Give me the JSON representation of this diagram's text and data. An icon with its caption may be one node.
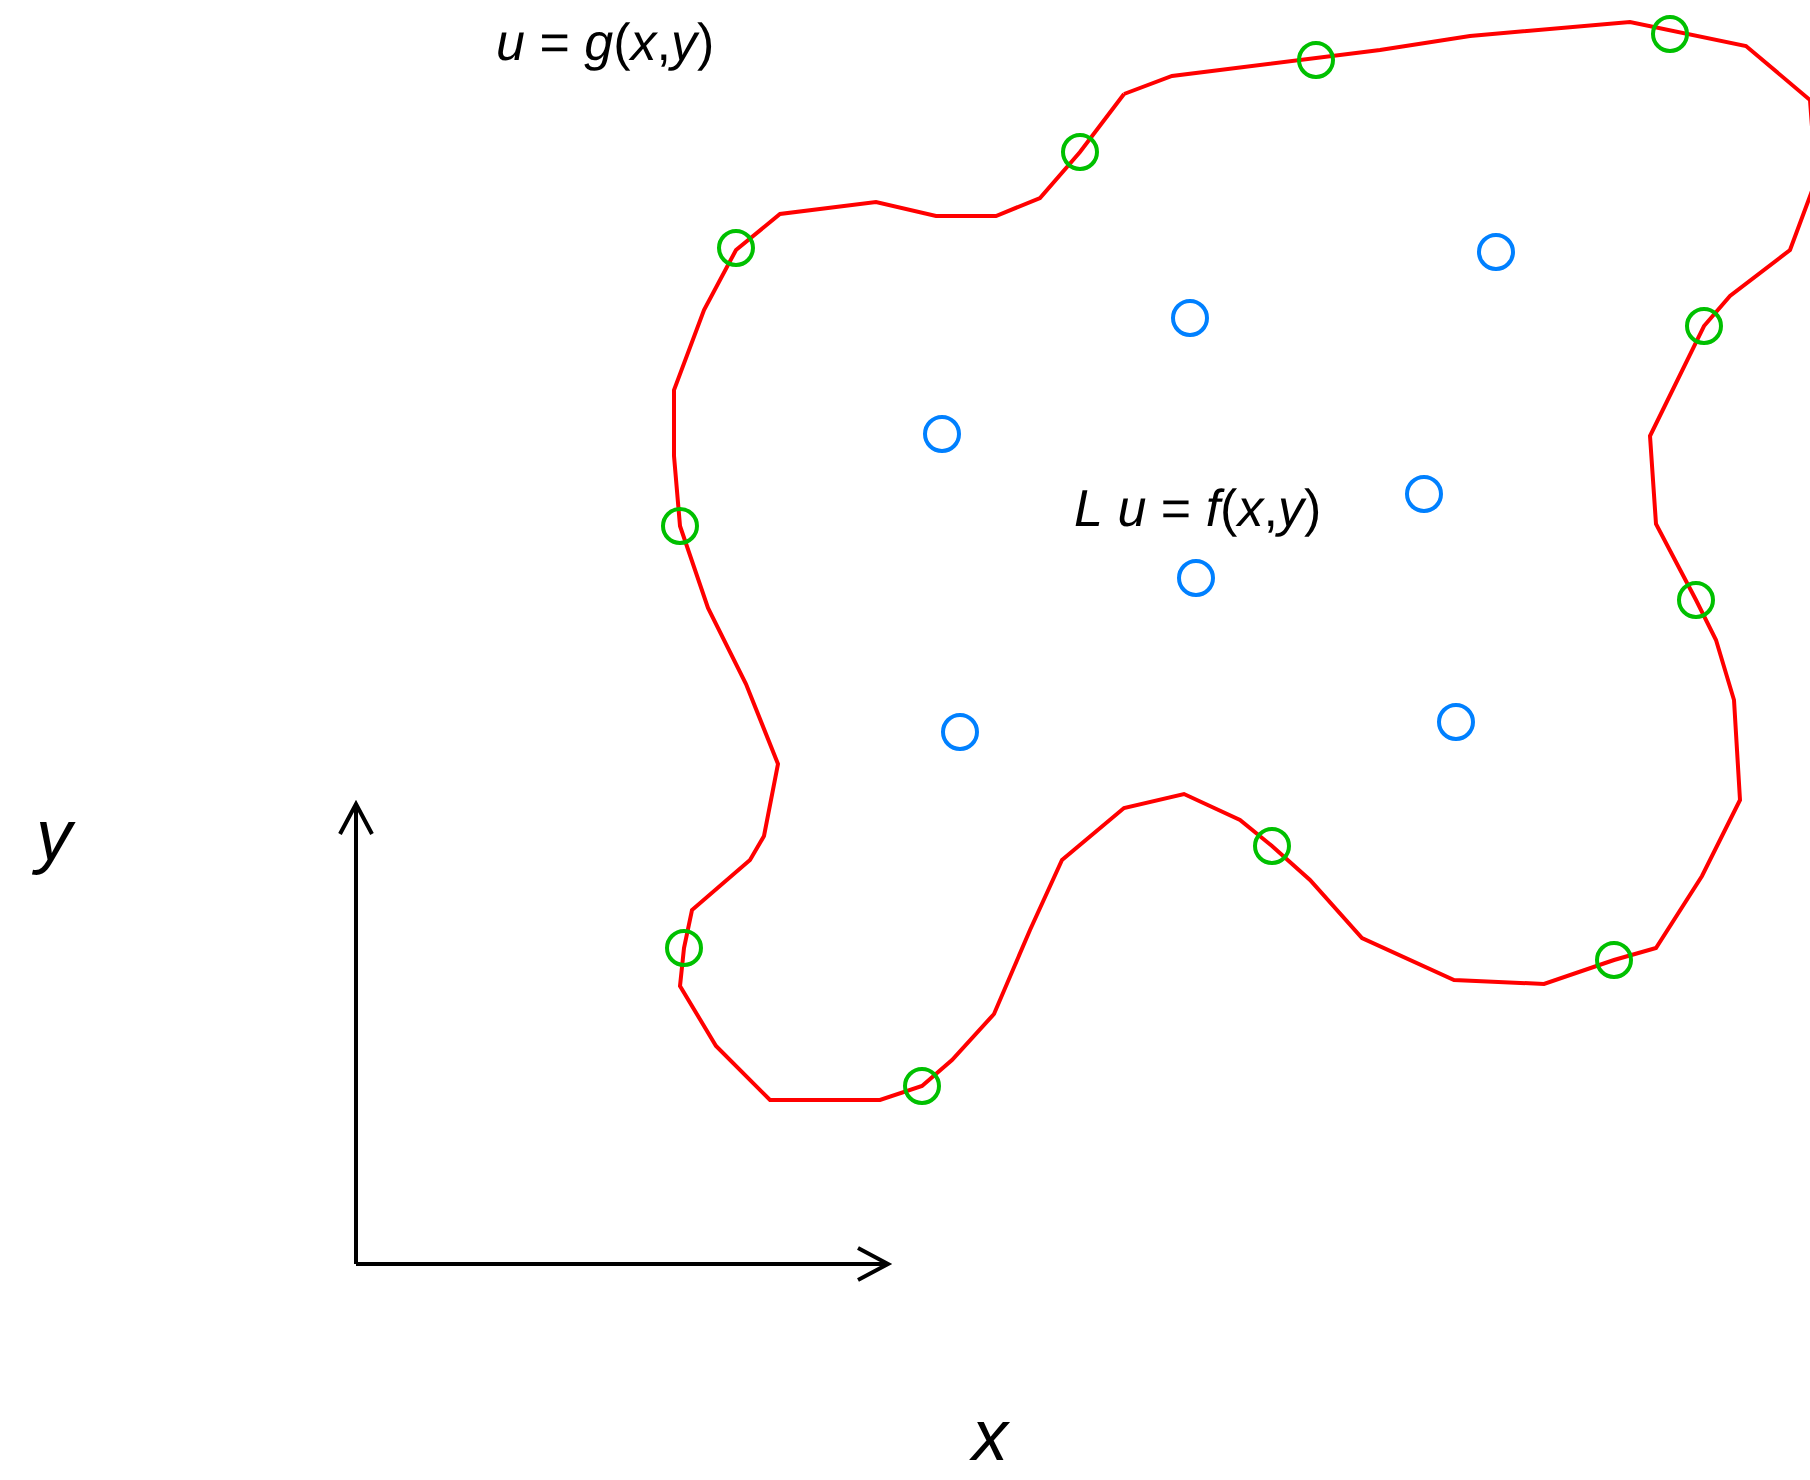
{
  "diagram": {
    "labels": [
      "*u* = *g*(*x*,*y*)",
      "*L* *u* = *f*(*x*,*y*)",
      "y",
      "x"
    ]
  }
}
